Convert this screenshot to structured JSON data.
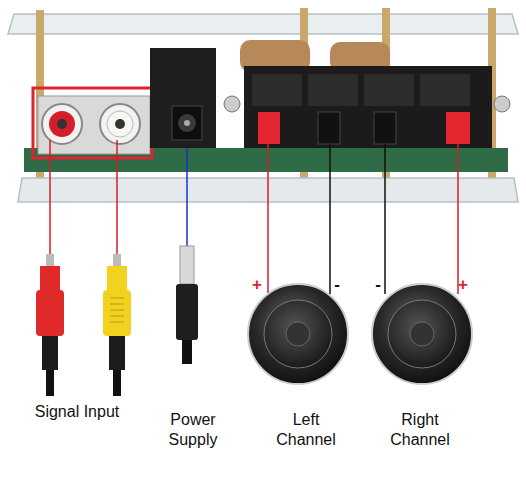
{
  "diagram": {
    "labels": [
      "+",
      "-",
      "-",
      "+",
      "Signal Input",
      "Power Supply",
      "Left Channel",
      "Right Channel"
    ]
  }
}
